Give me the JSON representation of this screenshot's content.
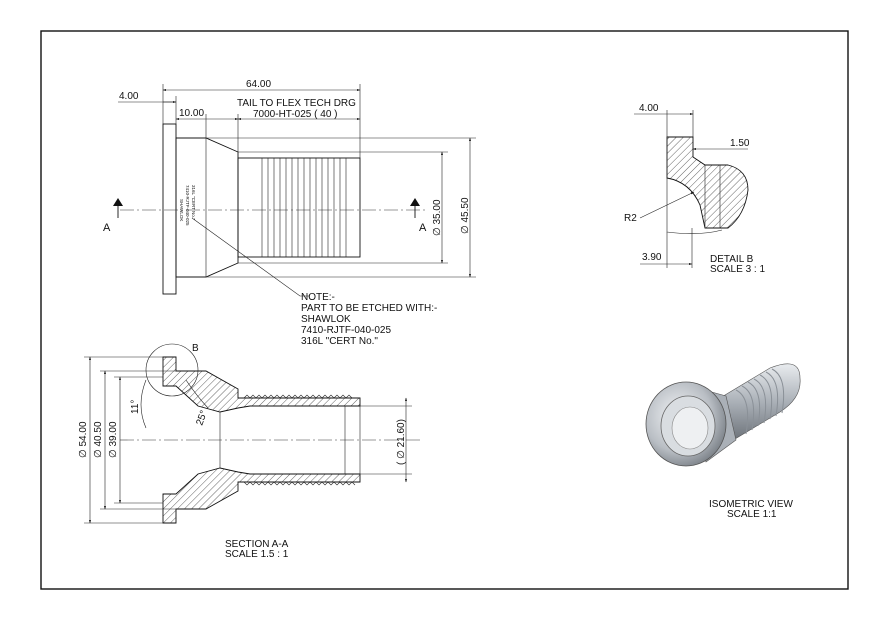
{
  "colors": {
    "ink": "#111111",
    "paper": "#ffffff",
    "steel": "#b9bec4"
  },
  "side_view": {
    "dim_overall": "64.00",
    "dim_flange": "4.00",
    "dim_cone": "10.00",
    "tail_note_line1": "TAIL TO FLEX TECH DRG",
    "tail_note_line2": "7000-HT-025 ( 40 )",
    "dim_dia_inner": "∅ 35.00",
    "dim_dia_outer": "∅ 45.50",
    "section_mark": "A",
    "etch_line1": "SHAWLOK",
    "etch_line2": "7410-RJTF-040-025",
    "etch_line3": "316L \"CERT No.\""
  },
  "note": {
    "line1": "NOTE:-",
    "line2": "PART TO BE ETCHED WITH:-",
    "line3": "SHAWLOK",
    "line4": "7410-RJTF-040-025",
    "line5": "316L  \"CERT No.\""
  },
  "detail_b": {
    "dim_width": "4.00",
    "dim_step": "1.50",
    "radius": "R2",
    "dim_offset": "3.90",
    "title": "DETAIL B",
    "scale": "SCALE 3 : 1"
  },
  "section_aa": {
    "detail_label": "B",
    "angle_small": "11°",
    "angle_cone": "25°",
    "dia_54": "∅ 54.00",
    "dia_40": "∅ 40.50",
    "dia_39": "∅ 39.00",
    "dia_tail": "( ∅ 21.60)",
    "title": "SECTION A-A",
    "scale": "SCALE 1.5 : 1"
  },
  "iso_view": {
    "title": "ISOMETRIC VIEW",
    "scale": "SCALE 1:1"
  }
}
